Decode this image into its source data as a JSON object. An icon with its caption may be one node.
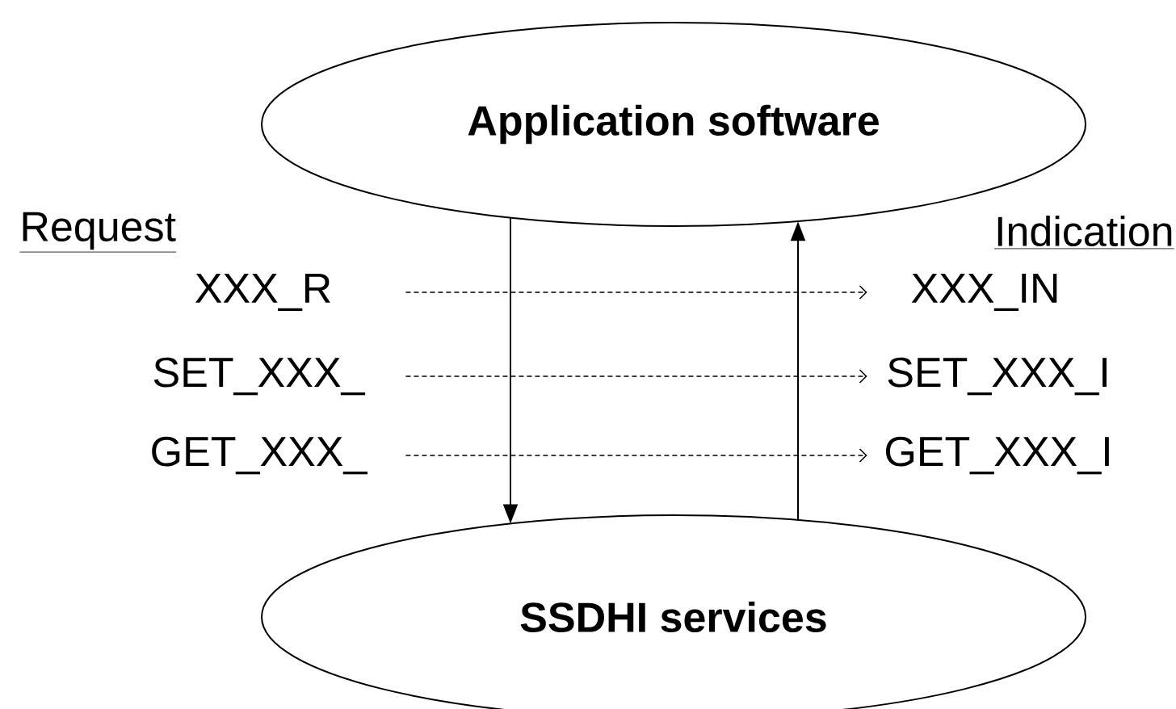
{
  "diagram": {
    "nodes": [
      {
        "text": [
          "Application software"
        ]
      },
      {
        "text": [
          "SSDHI services"
        ]
      },
      {
        "text": [
          "XXX_R"
        ]
      },
      {
        "text": [
          "SET_XXX_"
        ]
      },
      {
        "text": [
          "GET_XXX_"
        ]
      },
      {
        "text": [
          "XXX_IN"
        ]
      },
      {
        "text": [
          "SET_XXX_I"
        ]
      },
      {
        "text": [
          "GET_XXX_I"
        ]
      }
    ],
    "edges": [
      {
        "from": 0,
        "to": 1,
        "arrow": "to"
      },
      {
        "from": 1,
        "to": 0,
        "arrow": "to"
      },
      {
        "from": 2,
        "to": 5,
        "arrow": "to",
        "style": "dashed"
      },
      {
        "from": 3,
        "to": 6,
        "arrow": "to",
        "style": "dashed"
      },
      {
        "from": 4,
        "to": 7,
        "arrow": "to",
        "style": "dashed"
      }
    ],
    "labels": [
      "Request",
      "Indication"
    ]
  }
}
